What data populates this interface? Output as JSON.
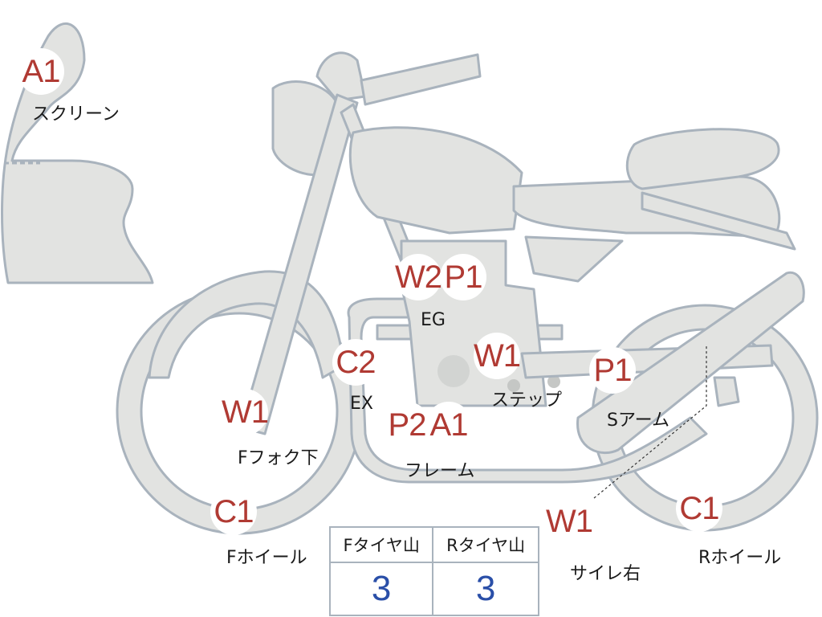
{
  "colors": {
    "fill": "#e2e3e1",
    "stroke": "#a9b3bd",
    "marker_text": "#b03a33",
    "value_text": "#2a4fa8"
  },
  "parts": [
    {
      "code": "A1",
      "label": "スクリーン"
    },
    {
      "code": "W2",
      "label": ""
    },
    {
      "code": "P1",
      "label": ""
    },
    {
      "code": "",
      "label": "EG"
    },
    {
      "code": "W1",
      "label": "ステップ"
    },
    {
      "code": "C2",
      "label": "EX"
    },
    {
      "code": "P1",
      "label": "Sアーム"
    },
    {
      "code": "W1",
      "label": "Fフォク下"
    },
    {
      "code": "P2",
      "label": ""
    },
    {
      "code": "A1",
      "label": "フレーム"
    },
    {
      "code": "C1",
      "label": "Fホイール"
    },
    {
      "code": "W1",
      "label": "サイレ右"
    },
    {
      "code": "C1",
      "label": "Rホイール"
    }
  ],
  "tire_table": {
    "headers": [
      "Fタイヤ山",
      "Rタイヤ山"
    ],
    "values": [
      "3",
      "3"
    ]
  }
}
